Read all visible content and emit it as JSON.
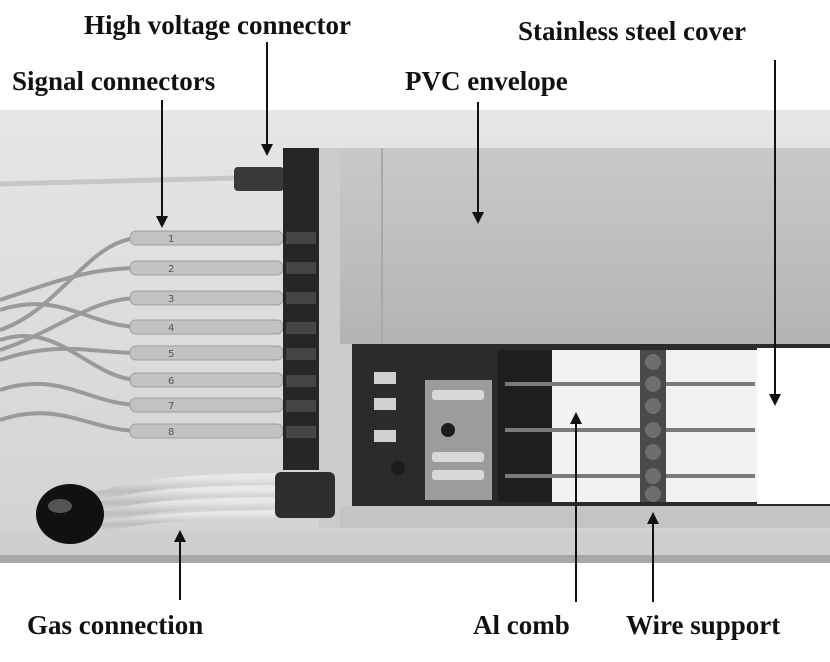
{
  "labels": {
    "high_voltage_connector": "High voltage connector",
    "signal_connectors": "Signal connectors",
    "pvc_envelope": "PVC envelope",
    "stainless_steel_cover": "Stainless steel cover",
    "gas_connection": "Gas connection",
    "al_comb": "Al comb",
    "wire_support": "Wire support"
  },
  "signal_cable_numbers": [
    "1",
    "2",
    "3",
    "4",
    "5",
    "6",
    "7",
    "8"
  ],
  "colors": {
    "background": "#ffffff",
    "bench": "#d9d9d9",
    "pvc": "#bdbdbd",
    "cables": "#b3b3b3",
    "labels": "#111111"
  }
}
